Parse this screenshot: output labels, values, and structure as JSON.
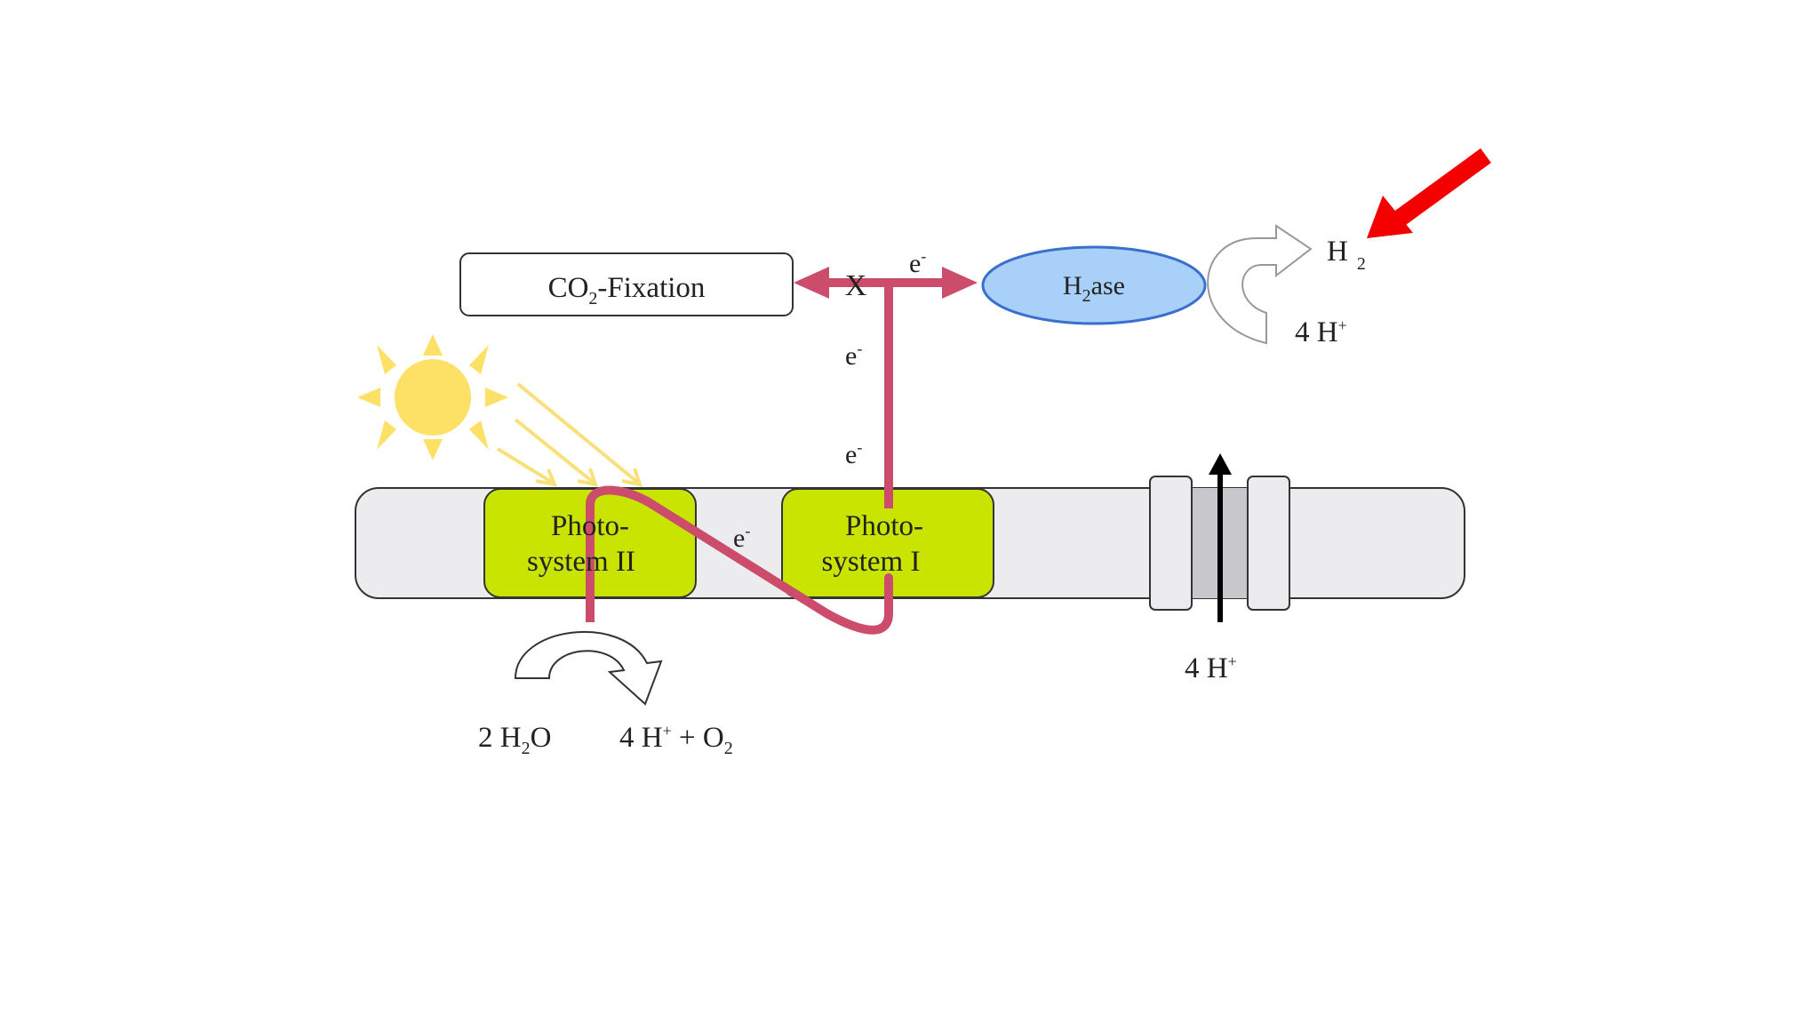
{
  "colors": {
    "membrane": "#ececee",
    "photosystem": "#c8e400",
    "electron_path": "#cc4c6c",
    "hydrogenase": "#a8d0f8",
    "hydrogenase_stroke": "#3a6fd0",
    "sun": "#fde066",
    "sun_ray": "#f8e07a",
    "highlight_arrow": "#f40000",
    "proton_arrow": "#000000",
    "process_arrow": "#ffffff"
  },
  "icons": {
    "sun": "sun-icon",
    "highlight": "red-arrow-icon",
    "blocked": "x-mark-icon"
  },
  "labels": {
    "co2_fixation": {
      "pre": "CO",
      "sub": "2",
      "post": "-Fixation"
    },
    "hydrogenase": {
      "pre": "H",
      "sub": "2",
      "post": "ase"
    },
    "blocked_mark": "X",
    "electron": "e",
    "electron_sup": "-",
    "photosystem_2": {
      "line1": "Photo-",
      "line2": "system II"
    },
    "photosystem_1": {
      "line1": "Photo-",
      "line2": "system I"
    },
    "h2_product": {
      "main": "H",
      "sub": "2"
    },
    "protons_top": {
      "main": "4 H",
      "sup": "+"
    },
    "protons_channel": {
      "main": "4 H",
      "sup": "+"
    },
    "water": {
      "pre": "2 H",
      "sub": "2",
      "post": "O"
    },
    "water_products": {
      "pre": "4 H",
      "sup": "+",
      "mid": " + O",
      "sub": "2"
    }
  }
}
